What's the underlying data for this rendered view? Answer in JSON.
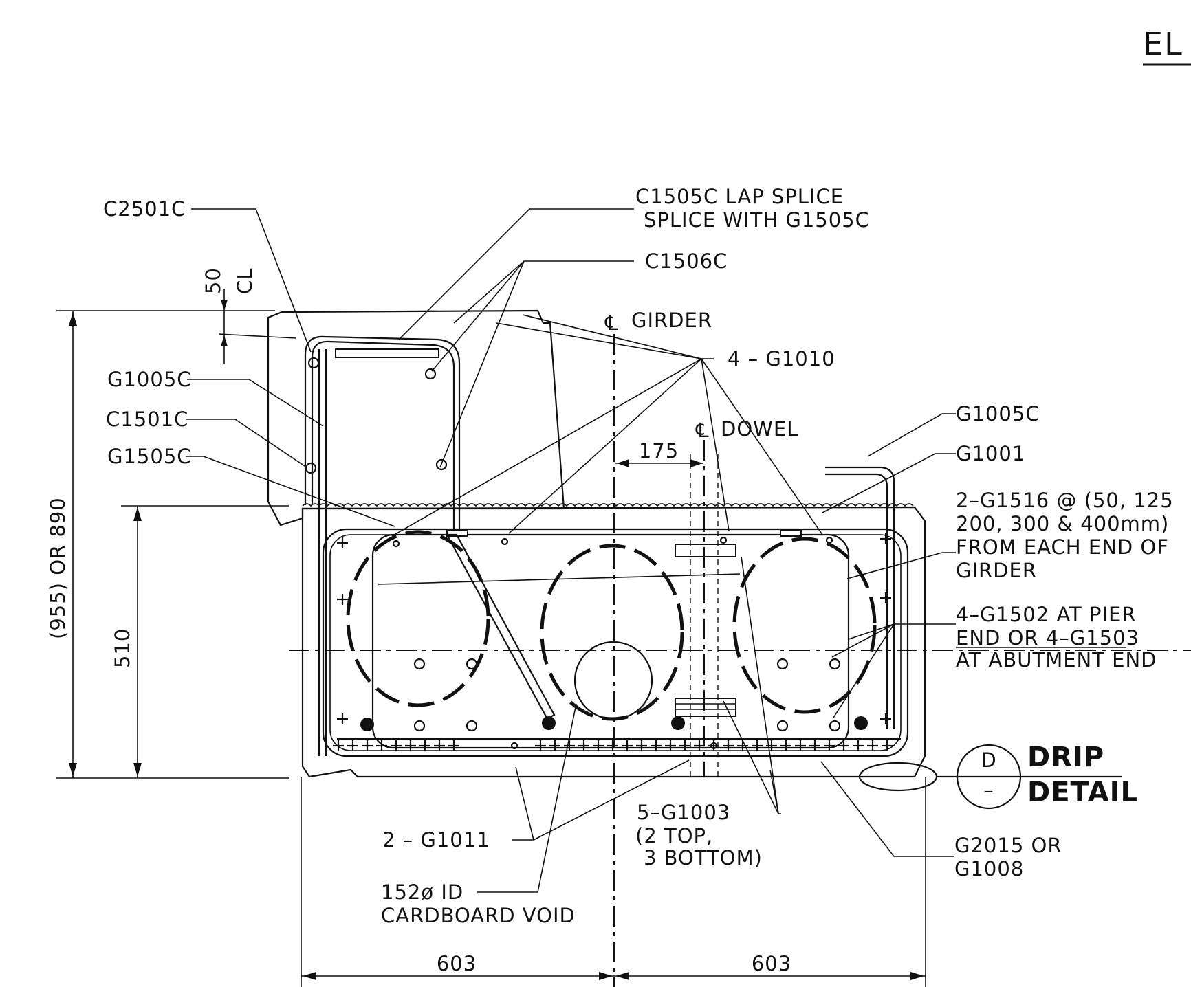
{
  "title": "EL",
  "labels": {
    "c2501c": "C2501C",
    "c1505c_lap_1": "C1505C LAP SPLICE",
    "c1505c_lap_2": "SPLICE WITH G1505C",
    "c1506c": "C1506C",
    "cl_girder": "GIRDER",
    "four_g1010": "4 – G1010",
    "g1005c_left": "G1005C",
    "c1501c": "C1501C",
    "g1505c": "G1505C",
    "cl_dowel": "DOWEL",
    "g1005c_right": "G1005C",
    "g1001": "G1001",
    "g1516_1": "2–G1516 @ (50, 125",
    "g1516_2": "200, 300 & 400mm)",
    "g1516_3": "FROM EACH END OF",
    "g1516_4": "GIRDER",
    "g1502_1": "4–G1502 AT PIER",
    "g1502_2": "END OR 4–G1503",
    "g1502_3": "AT ABUTMENT END",
    "drip_1": "DRIP",
    "drip_2": "DETAIL",
    "drip_letter": "D",
    "drip_dash": "–",
    "five_g1003_1": "5–G1003",
    "five_g1003_2": "(2 TOP,",
    "five_g1003_3": "3 BOTTOM)",
    "two_g1011": "2 – G1011",
    "void_1": "152ø ID",
    "void_2": "CARDBOARD VOID",
    "g2015_1": "G2015 OR",
    "g2015_2": "G1008"
  },
  "dimensions": {
    "cover_top": "50",
    "cover_cl": "CL",
    "overall_height": "(955) OR 890",
    "girder_height": "510",
    "dowel_offset": "175",
    "half_width_left": "603",
    "half_width_right": "603"
  }
}
